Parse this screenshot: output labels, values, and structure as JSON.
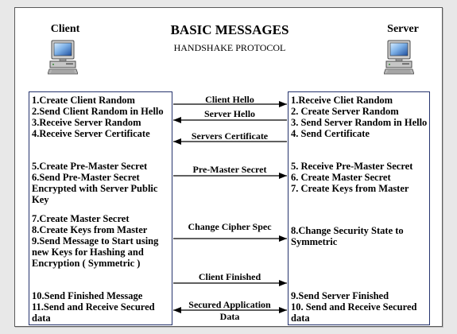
{
  "title": "BASIC MESSAGES",
  "subtitle": "HANDSHAKE PROTOCOL",
  "client": {
    "label": "Client",
    "icon": "computer-icon",
    "groups": [
      {
        "lines": [
          "1.Create Client Random",
          "2.Send Client Random in Hello",
          "3.Receive Server Random",
          "4.Receive Server Certificate"
        ]
      },
      {
        "lines": [
          "5.Create Pre-Master Secret",
          "6.Send Pre-Master Secret",
          "Encrypted with Server Public",
          "Key"
        ]
      },
      {
        "lines": [
          "7.Create Master Secret",
          "8.Create Keys from Master",
          "9.Send Message to Start using",
          "new Keys for Hashing and",
          "Encryption ( Symmetric )"
        ]
      },
      {
        "lines": [
          "10.Send Finished Message",
          "11.Send and Receive Secured",
          "data"
        ]
      }
    ]
  },
  "server": {
    "label": "Server",
    "icon": "computer-icon",
    "groups": [
      {
        "lines": [
          "1.Receive Cliet Random",
          "2. Create Server Random",
          "3. Send Server Random in Hello",
          "4. Send Certificate"
        ]
      },
      {
        "lines": [
          "5. Receive Pre-Master Secret",
          "6. Create Master Secret",
          "7. Create Keys from Master"
        ]
      },
      {
        "lines": [
          "8.Change Security State to",
          "Symmetric"
        ]
      },
      {
        "lines": [
          "9.Send Server Finished",
          "10. Send and Receive Secured",
          "data"
        ]
      }
    ]
  },
  "messages": [
    {
      "lines": [
        "Client Hello"
      ],
      "direction": "to-server"
    },
    {
      "lines": [
        "Server Hello"
      ],
      "direction": "to-client"
    },
    {
      "lines": [
        "Servers Certificate"
      ],
      "direction": "to-client"
    },
    {
      "lines": [
        "Pre-Master Secret"
      ],
      "direction": "to-server"
    },
    {
      "lines": [
        "Change Cipher Spec"
      ],
      "direction": "to-server"
    },
    {
      "lines": [
        "Client Finished"
      ],
      "direction": "to-server"
    },
    {
      "lines": [
        "Secured Application",
        "Data"
      ],
      "direction": "both"
    }
  ]
}
